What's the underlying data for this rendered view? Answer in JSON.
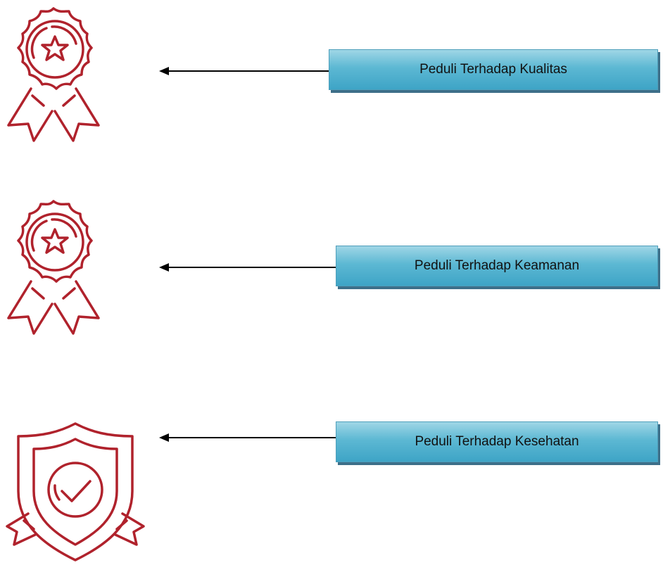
{
  "diagram": {
    "rows": [
      {
        "icon": "award-ribbon-star-icon",
        "label": "Peduli Terhadap Kualitas"
      },
      {
        "icon": "award-ribbon-star-icon",
        "label": "Peduli Terhadap Keamanan"
      },
      {
        "icon": "shield-check-icon",
        "label": "Peduli Terhadap Kesehatan"
      }
    ],
    "colors": {
      "icon_stroke": "#b0222c",
      "box_fill_top": "#9fd6e6",
      "box_fill_bottom": "#3ea4c6",
      "box_shadow": "#3d6f89",
      "arrow": "#000000"
    }
  }
}
